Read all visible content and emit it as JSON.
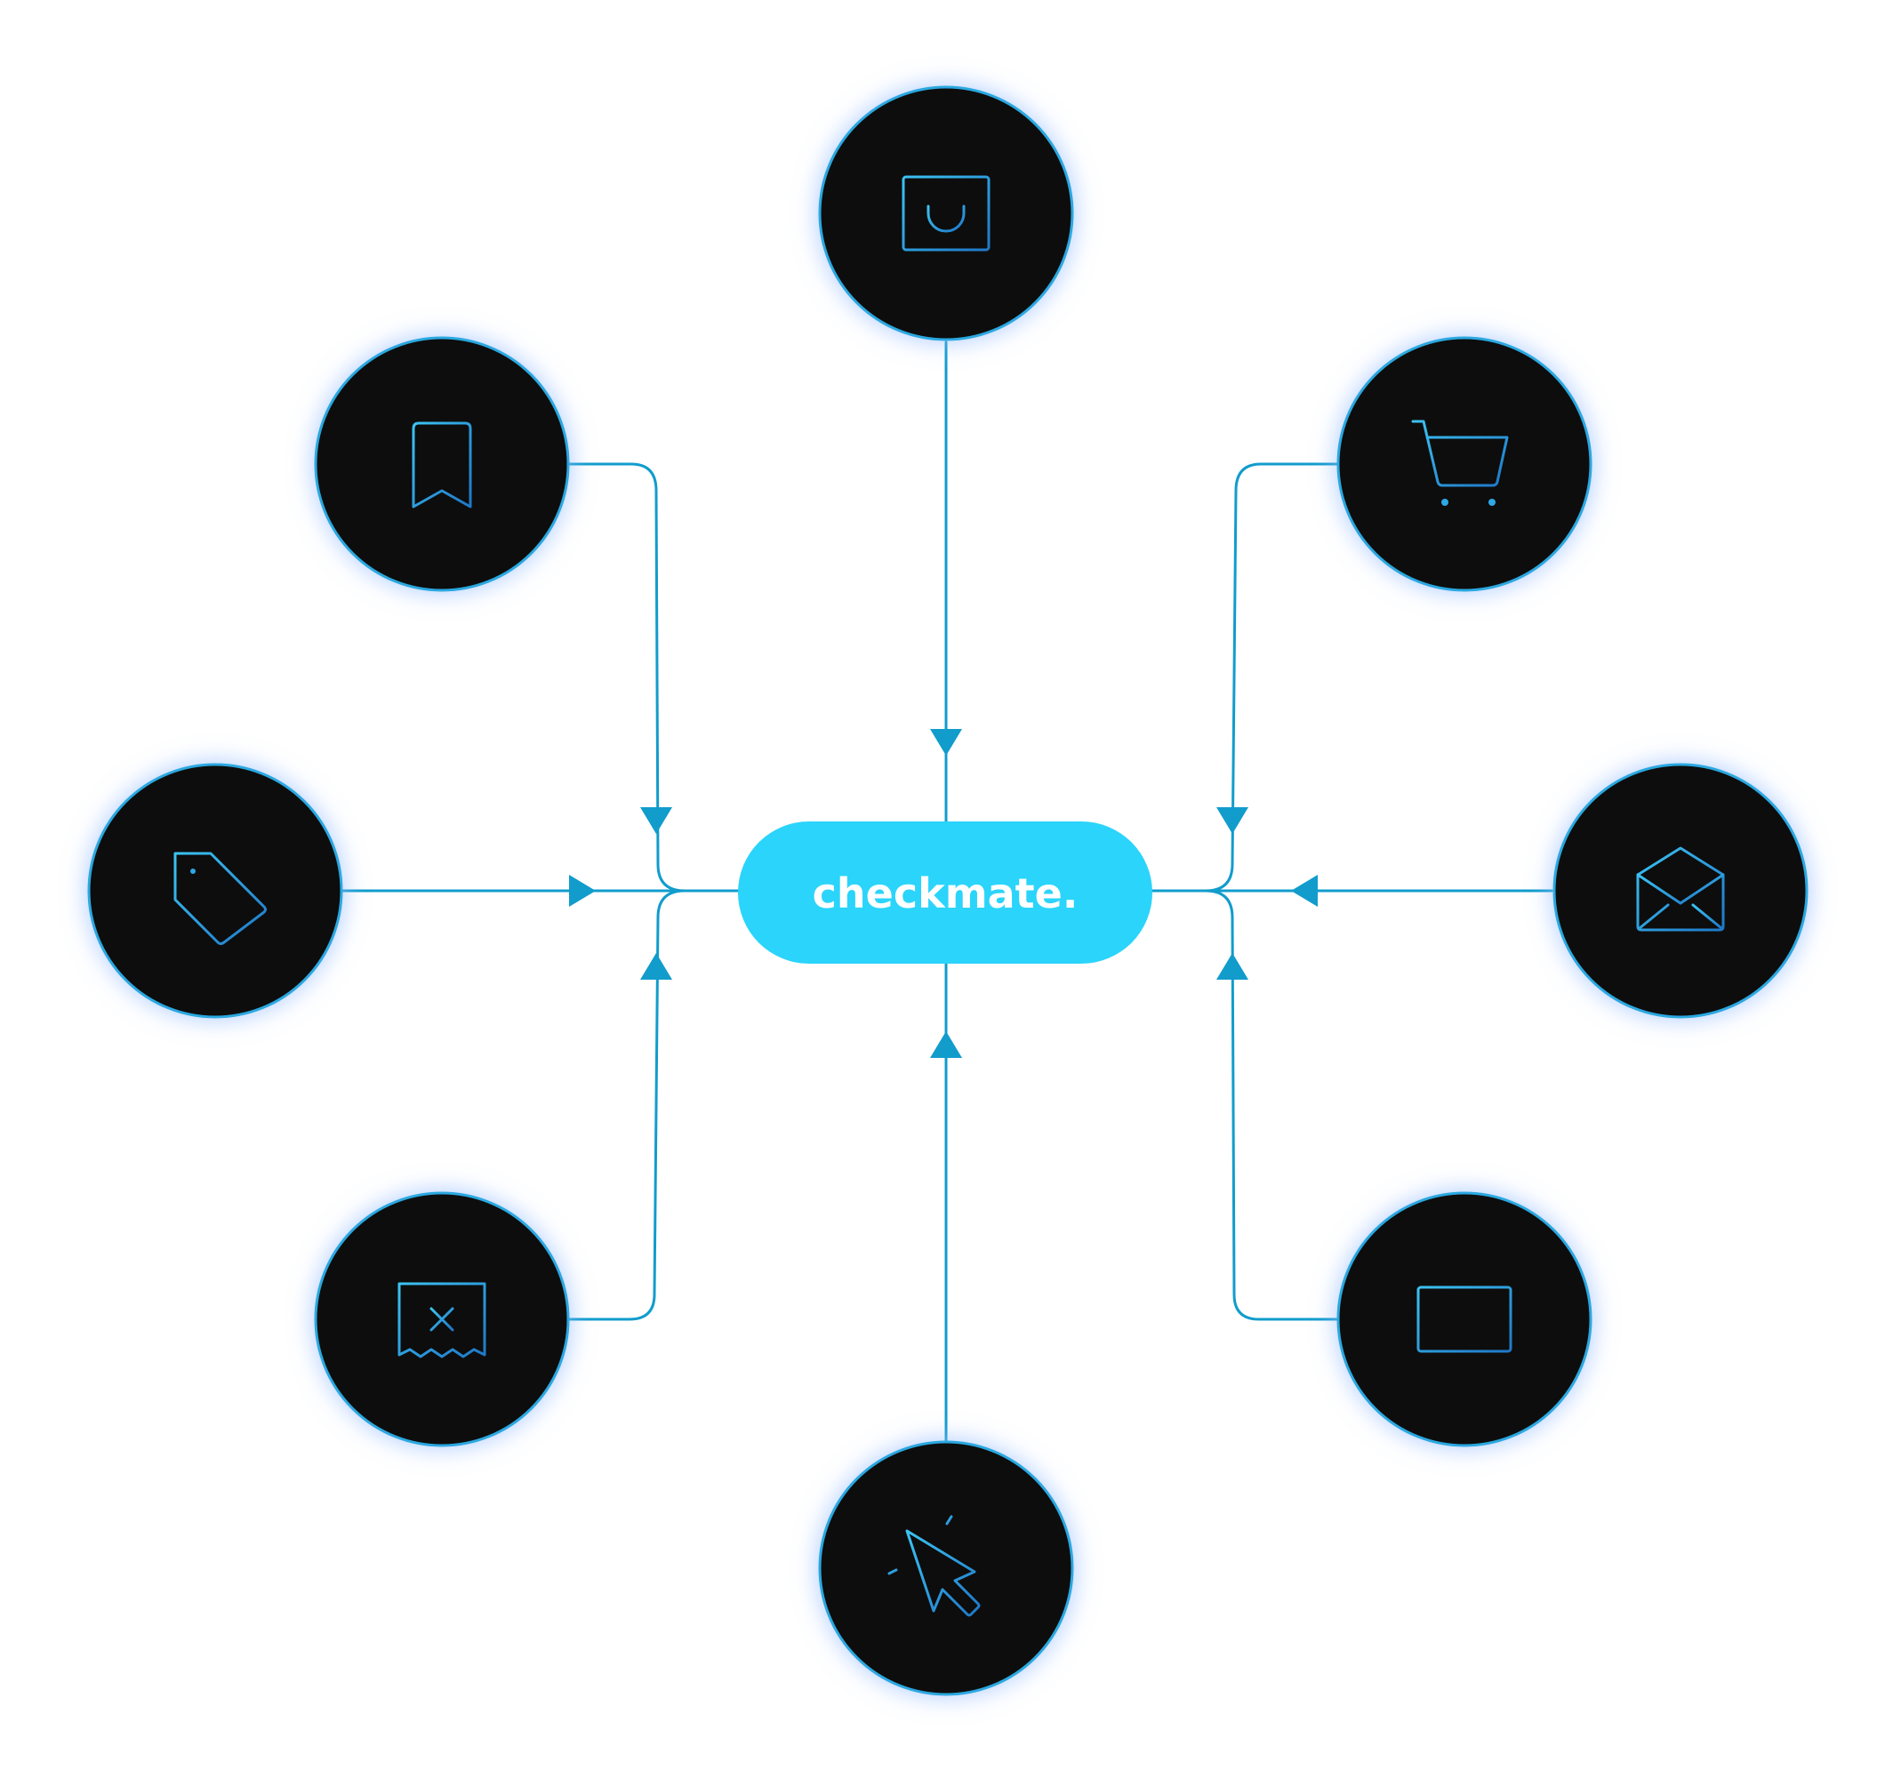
{
  "hub": {
    "label": "checkmate."
  },
  "nodes": [
    {
      "id": "shopping-bag",
      "icon": "shopping-bag-icon"
    },
    {
      "id": "bookmark",
      "icon": "bookmark-icon"
    },
    {
      "id": "cart",
      "icon": "shopping-cart-icon"
    },
    {
      "id": "tag",
      "icon": "price-tag-icon"
    },
    {
      "id": "envelope",
      "icon": "open-envelope-icon"
    },
    {
      "id": "receipt",
      "icon": "cancelled-receipt-icon"
    },
    {
      "id": "card",
      "icon": "credit-card-icon"
    },
    {
      "id": "cursor",
      "icon": "cursor-click-icon"
    }
  ],
  "colors": {
    "node_fill": "#0d0d0d",
    "node_stroke": "#2aa8e0",
    "icon_stroke": "#2ea8e6",
    "connector": "#119ccc",
    "hub_fill": "#2bd4fb",
    "hub_text": "#ffffff",
    "glow": "#8fb8ff"
  }
}
